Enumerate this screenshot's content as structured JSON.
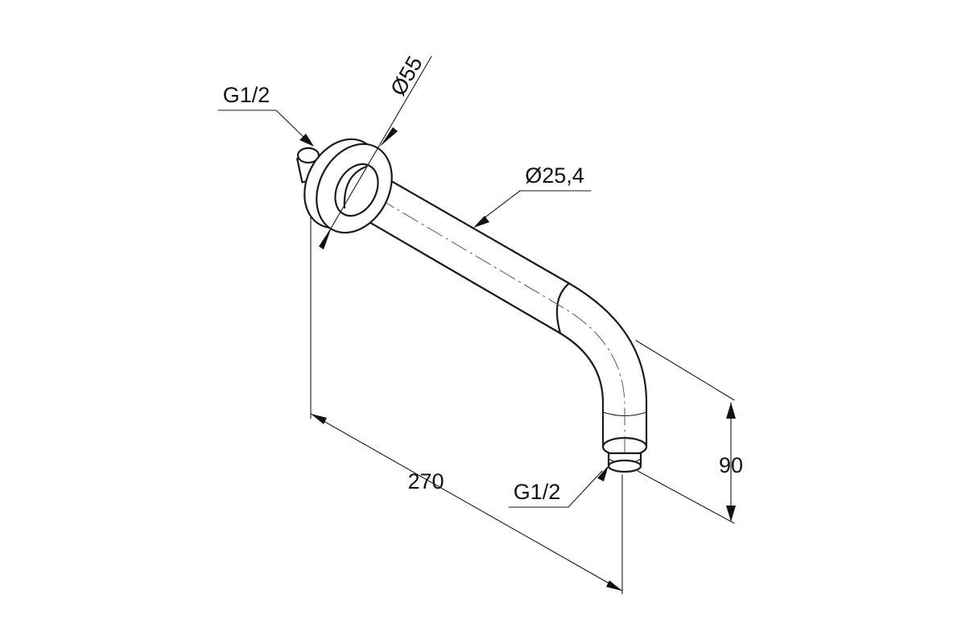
{
  "drawing": {
    "labels": {
      "thread_inlet": "G1/2",
      "flange_diameter": "Ø55",
      "flange_diameter_symbol": "Ø",
      "flange_diameter_value": "55",
      "pipe_diameter": "Ø25,4",
      "thread_outlet": "G1/2",
      "length": "270",
      "height": "90"
    },
    "colors": {
      "line": "#1a1a1a",
      "background": "#ffffff"
    }
  }
}
